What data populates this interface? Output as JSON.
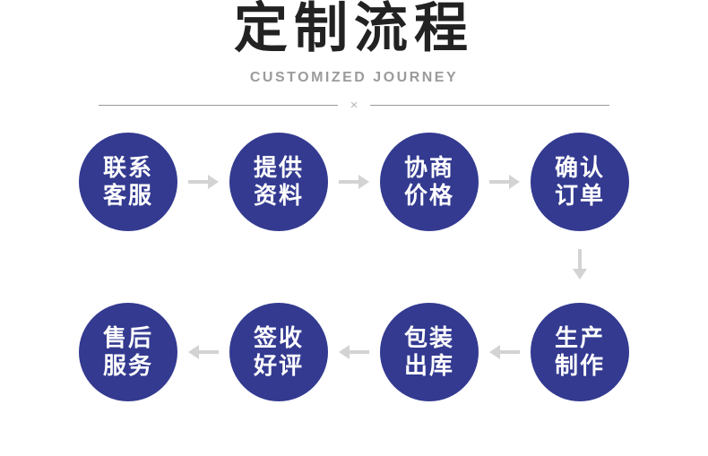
{
  "header": {
    "title": "定制流程",
    "subtitle": "CUSTOMIZED JOURNEY",
    "divider_mark": "×"
  },
  "colors": {
    "circle": "#333a90",
    "circle-text": "#ffffff",
    "arrow": "#d3d3d3",
    "title": "#222222",
    "subtitle": "#9b9b9b",
    "divider-line": "#9a9a9a",
    "divider-mark": "#b5b5b5",
    "background": "#ffffff"
  },
  "flow": {
    "row1": [
      {
        "line1": "联系",
        "line2": "客服"
      },
      {
        "line1": "提供",
        "line2": "资料"
      },
      {
        "line1": "协商",
        "line2": "价格"
      },
      {
        "line1": "确认",
        "line2": "订单"
      }
    ],
    "row2": [
      {
        "line1": "售后",
        "line2": "服务"
      },
      {
        "line1": "签收",
        "line2": "好评"
      },
      {
        "line1": "包装",
        "line2": "出库"
      },
      {
        "line1": "生产",
        "line2": "制作"
      }
    ]
  }
}
